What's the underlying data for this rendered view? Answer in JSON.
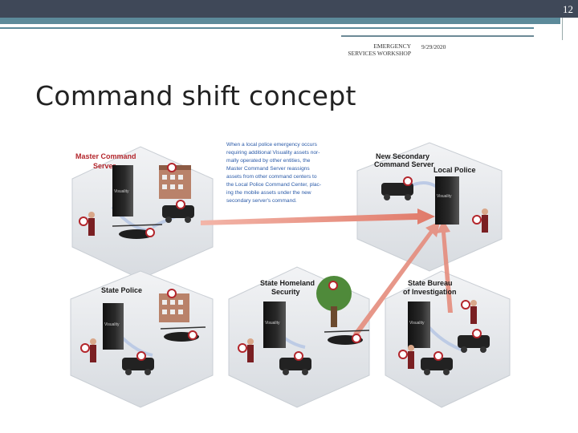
{
  "header": {
    "page_number": "12"
  },
  "footer": {
    "org_line1": "EMERGENCY",
    "org_line2": "SERVICES WORKSHOP",
    "date": "9/29/2020"
  },
  "slide": {
    "title": "Command shift concept"
  },
  "diagram": {
    "master_line1": "Master Command",
    "master_line2": "Server",
    "description": [
      "When a local police emergency occurs",
      "requiring additional Visuality assets nor-",
      "mally operated by other entities, the",
      "Master Command Server reassigns",
      "assets from other command centers to",
      "the Local Police Command Center, plac-",
      "ing the mobile assets under the new",
      "secondary server's command."
    ],
    "new_secondary_line1": "New Secondary",
    "new_secondary_line2": "Command Server",
    "local_police": "Local Police",
    "state_police": "State Police",
    "homeland_line1": "State Homeland",
    "homeland_line2": "Security",
    "bureau_line1": "State Bureau",
    "bureau_line2": "of Investigation",
    "server_brand": "Visuality"
  }
}
